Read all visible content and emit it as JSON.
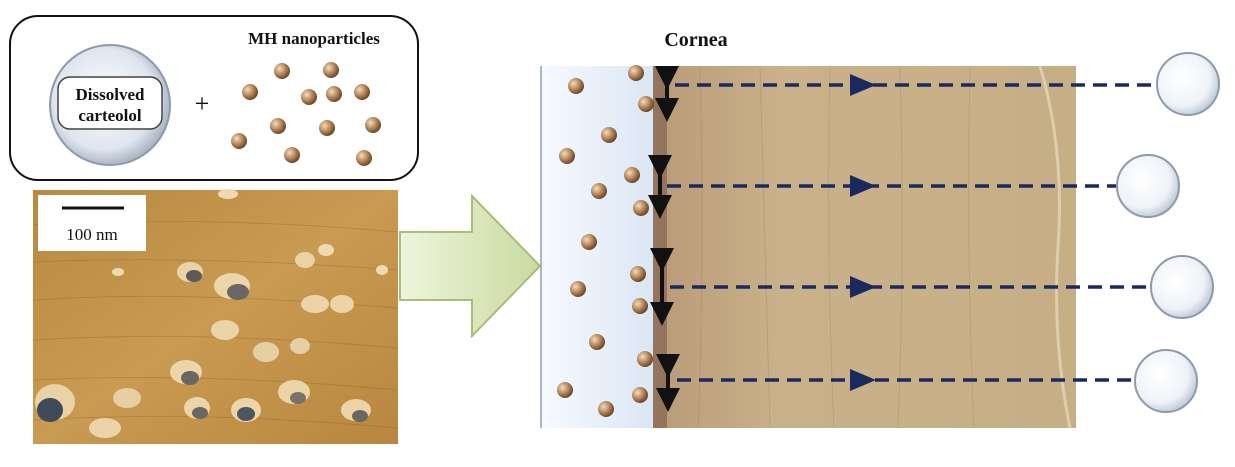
{
  "legend_box": {
    "dissolved_line1": "Dissolved",
    "dissolved_line2": "carteolol",
    "plus": "+",
    "nanoparticles_label": "MH nanoparticles"
  },
  "micrograph": {
    "scale_label": "100 nm"
  },
  "cornea": {
    "title": "Cornea"
  },
  "colors": {
    "particle": "#b8895c",
    "arrow_dashed": "#1a2a5e",
    "block_arrow": "#d9e6b8",
    "tear_film": "#e6eef8",
    "cornea_tissue": "#c8ad7f"
  }
}
